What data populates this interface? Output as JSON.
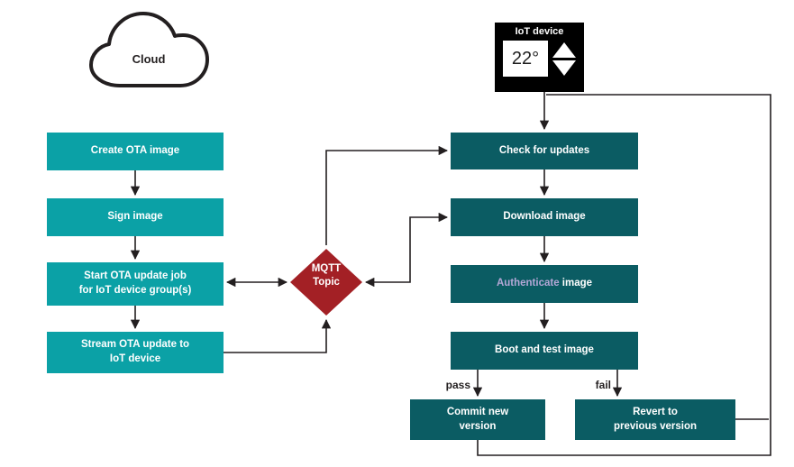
{
  "colors": {
    "teal_light": "#0ba1a6",
    "teal_dark": "#0b5c63",
    "diamond_red": "#a32025",
    "line_black": "#231f20",
    "authenticate_highlight": "#b4a7d6",
    "device_bg": "#000000"
  },
  "cloud": {
    "label": "Cloud"
  },
  "device": {
    "title": "IoT device",
    "temperature": "22°"
  },
  "cloud_flow": {
    "step1": "Create OTA image",
    "step2": "Sign image",
    "step3": "Start OTA update job\nfor IoT device group(s)",
    "step4": "Stream OTA update to\nIoT device"
  },
  "mqtt": {
    "label": "MQTT\nTopic"
  },
  "device_flow": {
    "step1": "Check for updates",
    "step2": "Download image",
    "step3_highlight": "Authenticate",
    "step3_rest": " image",
    "step4": "Boot and test image"
  },
  "branch": {
    "pass": "pass",
    "fail": "fail"
  },
  "outcome": {
    "commit": "Commit new\nversion",
    "revert": "Revert to\nprevious version"
  }
}
